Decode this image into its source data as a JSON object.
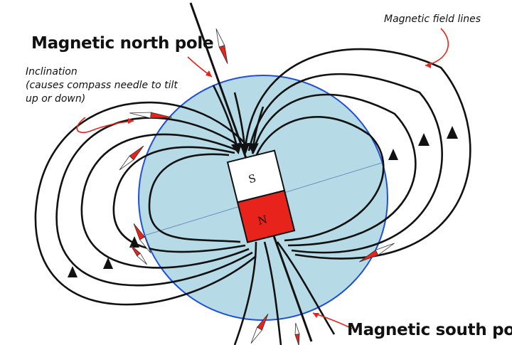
{
  "labels": {
    "north_pole": "Magnetic north pole",
    "south_pole": "Magnetic south pole",
    "field_lines": "Magnetic field lines",
    "inclination": [
      "Inclination",
      "(causes compass needle to tilt",
      "up or down)"
    ]
  },
  "magnet": {
    "top_letter": "S",
    "bottom_letter": "N"
  },
  "colors": {
    "earth_fill": "#b7dbe6",
    "earth_outline": "#1f4fd8",
    "needle_red": "#e8231c",
    "field_line": "#111111",
    "pointer": "#e8231c"
  },
  "icons": [
    "compass-needle-icon",
    "field-line-arrow-icon"
  ]
}
